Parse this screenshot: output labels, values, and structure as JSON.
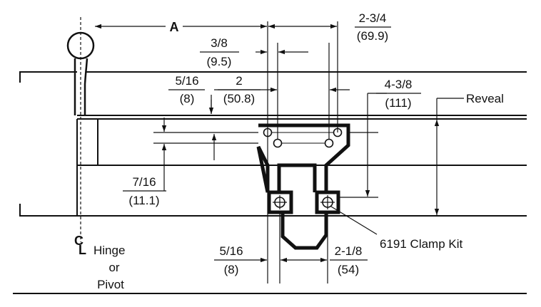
{
  "diagram": {
    "dims": {
      "A": "A",
      "top_right_frac": "2-3/4",
      "top_right_metric": "(69.9)",
      "d1_frac": "3/8",
      "d1_metric": "(9.5)",
      "d2_frac": "5/16",
      "d2_metric": "(8)",
      "d3_frac": "2",
      "d3_metric": "(50.8)",
      "d4_frac": "4-3/8",
      "d4_metric": "(111)",
      "d5_frac": "7/16",
      "d5_metric": "(11.1)",
      "d6_frac": "5/16",
      "d6_metric": "(8)",
      "d7_frac": "2-1/8",
      "d7_metric": "(54)"
    },
    "labels": {
      "reveal": "Reveal",
      "clamp_kit": "6191 Clamp Kit",
      "centerline_c": "C",
      "centerline_l": "L",
      "hinge": "Hinge",
      "or": "or",
      "pivot": "Pivot"
    }
  }
}
